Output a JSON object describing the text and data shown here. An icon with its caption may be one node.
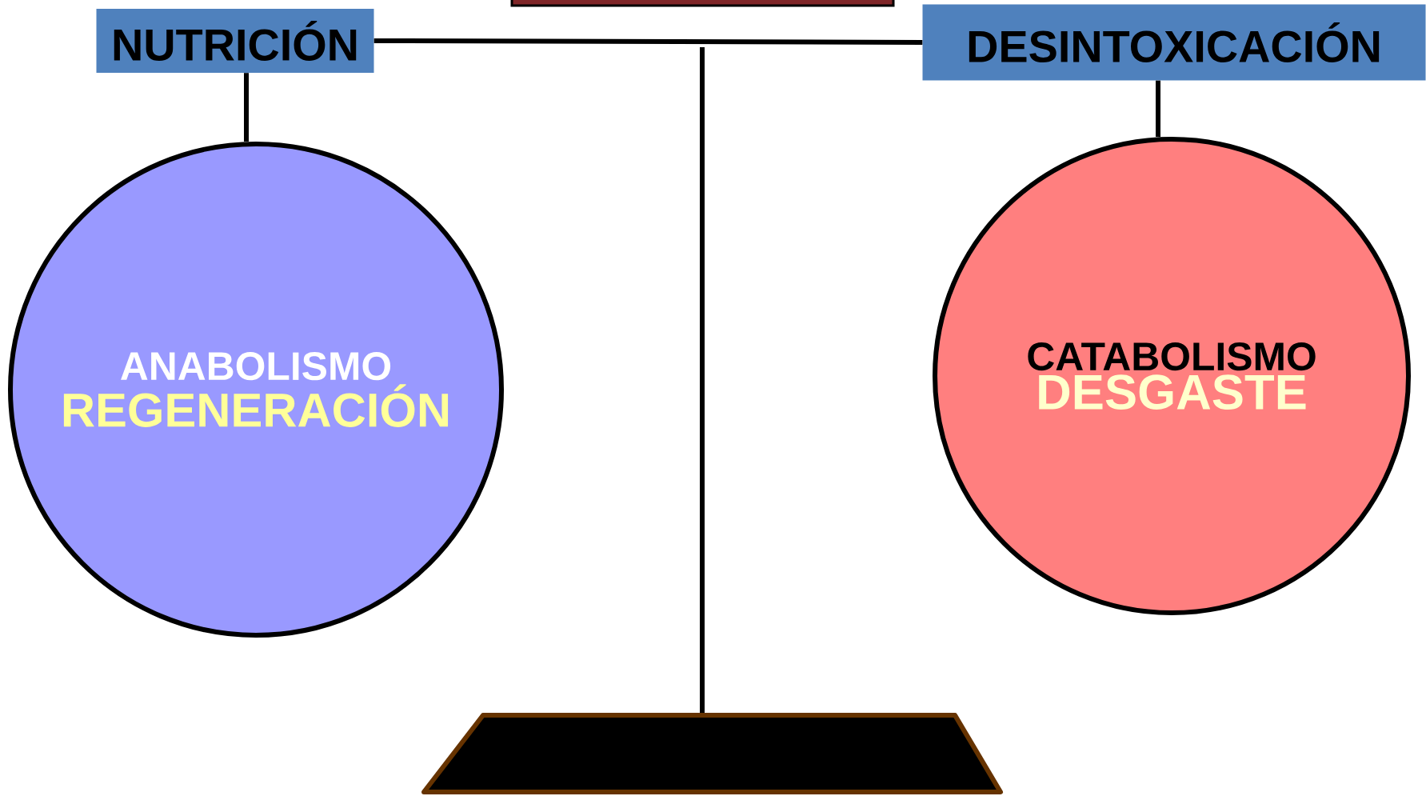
{
  "diagram": {
    "nodes": [
      {
        "text": [
          "NUTRICIÓN"
        ]
      },
      {
        "text": [
          "ANABOLISMO",
          "REGENERACIÓN"
        ]
      },
      {
        "text": [
          "DESINTOXICACIÓN"
        ]
      },
      {
        "text": [
          "CATABOLISMO",
          "DESGASTE"
        ]
      }
    ],
    "edges": [
      {
        "from": 0,
        "to": 2,
        "arrow": "none"
      },
      {
        "from": 0,
        "to": 1,
        "arrow": "none"
      },
      {
        "from": 2,
        "to": 3,
        "arrow": "none"
      }
    ]
  }
}
